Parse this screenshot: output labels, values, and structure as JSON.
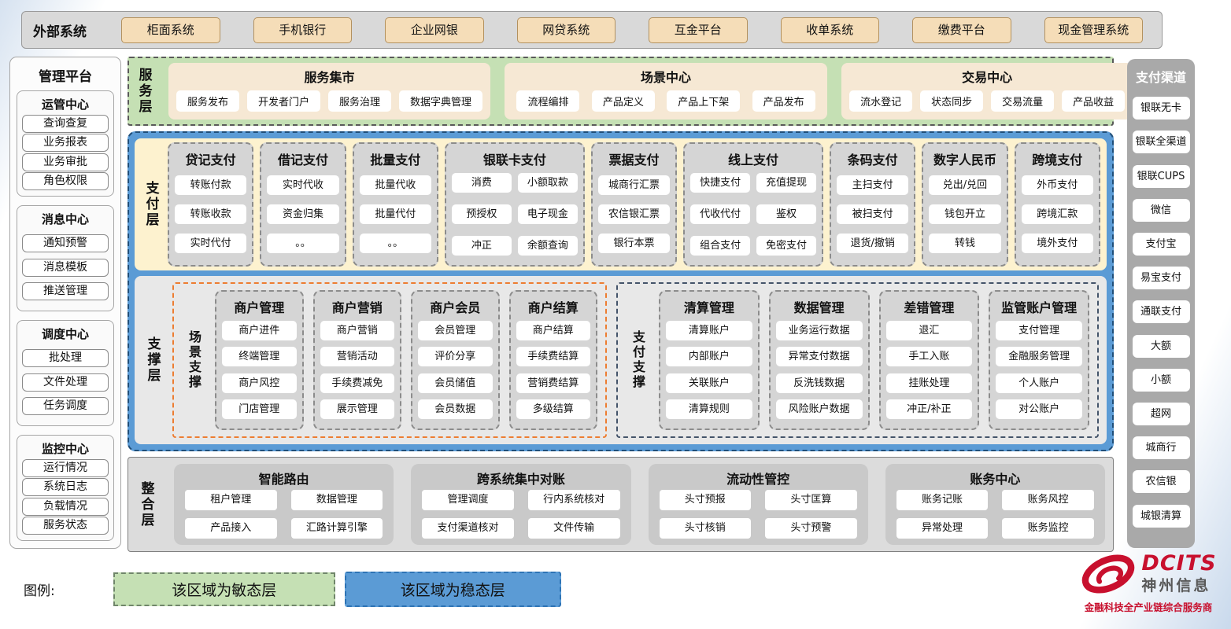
{
  "external_systems": {
    "title": "外部系统",
    "items": [
      "柜面系统",
      "手机银行",
      "企业网银",
      "网贷系统",
      "互金平台",
      "收单系统",
      "缴费平台",
      "现金管理系统"
    ]
  },
  "management_platform": {
    "title": "管理平台",
    "sections": [
      {
        "title": "运管中心",
        "items": [
          "查询查复",
          "业务报表",
          "业务审批",
          "角色权限"
        ]
      },
      {
        "title": "消息中心",
        "items": [
          "通知预警",
          "消息模板",
          "推送管理"
        ]
      },
      {
        "title": "调度中心",
        "items": [
          "批处理",
          "文件处理",
          "任务调度"
        ]
      },
      {
        "title": "监控中心",
        "items": [
          "运行情况",
          "系统日志",
          "负载情况",
          "服务状态"
        ]
      }
    ]
  },
  "service_layer": {
    "label": "服务层",
    "groups": [
      {
        "title": "服务集市",
        "items": [
          "服务发布",
          "开发者门户",
          "服务治理",
          "数据字典管理"
        ]
      },
      {
        "title": "场景中心",
        "items": [
          "流程编排",
          "产品定义",
          "产品上下架",
          "产品发布"
        ]
      },
      {
        "title": "交易中心",
        "items": [
          "流水登记",
          "状态同步",
          "交易流量",
          "产品收益"
        ]
      }
    ]
  },
  "payment_layer": {
    "label": "支付层",
    "groups": [
      {
        "title": "贷记支付",
        "items": [
          "转账付款",
          "转账收款",
          "实时代付"
        ]
      },
      {
        "title": "借记支付",
        "items": [
          "实时代收",
          "资金归集",
          "。。"
        ]
      },
      {
        "title": "批量支付",
        "items": [
          "批量代收",
          "批量代付",
          "。。"
        ]
      },
      {
        "title": "银联卡支付",
        "items": [
          "消费",
          "小额取款",
          "预授权",
          "电子现金",
          "冲正",
          "余额查询"
        ]
      },
      {
        "title": "票据支付",
        "items": [
          "城商行汇票",
          "农信银汇票",
          "银行本票"
        ]
      },
      {
        "title": "线上支付",
        "items": [
          "快捷支付",
          "充值提现",
          "代收代付",
          "鉴权",
          "组合支付",
          "免密支付"
        ]
      },
      {
        "title": "条码支付",
        "items": [
          "主扫支付",
          "被扫支付",
          "退货/撤销"
        ]
      },
      {
        "title": "数字人民币",
        "items": [
          "兑出/兑回",
          "钱包开立",
          "转钱"
        ]
      },
      {
        "title": "跨境支付",
        "items": [
          "外币支付",
          "跨境汇款",
          "境外支付"
        ]
      }
    ]
  },
  "support_layer": {
    "label": "支撑层",
    "scene_support": {
      "label": "场景支撑",
      "groups": [
        {
          "title": "商户管理",
          "items": [
            "商户进件",
            "终端管理",
            "商户风控",
            "门店管理"
          ]
        },
        {
          "title": "商户营销",
          "items": [
            "商户营销",
            "营销活动",
            "手续费减免",
            "展示管理"
          ]
        },
        {
          "title": "商户会员",
          "items": [
            "会员管理",
            "评价分享",
            "会员储值",
            "会员数据"
          ]
        },
        {
          "title": "商户结算",
          "items": [
            "商户结算",
            "手续费结算",
            "营销费结算",
            "多级结算"
          ]
        }
      ]
    },
    "payment_support": {
      "label": "支付支撑",
      "groups": [
        {
          "title": "清算管理",
          "items": [
            "清算账户",
            "内部账户",
            "关联账户",
            "清算规则"
          ]
        },
        {
          "title": "数据管理",
          "items": [
            "业务运行数据",
            "异常支付数据",
            "反洗钱数据",
            "风险账户数据"
          ]
        },
        {
          "title": "差错管理",
          "items": [
            "退汇",
            "手工入账",
            "挂账处理",
            "冲正/补正"
          ]
        },
        {
          "title": "监管账户管理",
          "items": [
            "支付管理",
            "金融服务管理",
            "个人账户",
            "对公账户"
          ]
        }
      ]
    }
  },
  "integration_layer": {
    "label": "整合层",
    "groups": [
      {
        "title": "智能路由",
        "items": [
          "租户管理",
          "数据管理",
          "产品接入",
          "汇路计算引擎"
        ]
      },
      {
        "title": "跨系统集中对账",
        "items": [
          "管理调度",
          "行内系统核对",
          "支付渠道核对",
          "文件传输"
        ]
      },
      {
        "title": "流动性管控",
        "items": [
          "头寸预报",
          "头寸匡算",
          "头寸核销",
          "头寸预警"
        ]
      },
      {
        "title": "账务中心",
        "items": [
          "账务记账",
          "账务风控",
          "异常处理",
          "账务监控"
        ]
      }
    ]
  },
  "payment_channels": {
    "title": "支付渠道",
    "items": [
      "银联无卡",
      "银联全渠道",
      "银联CUPS",
      "微信",
      "支付宝",
      "易宝支付",
      "通联支付",
      "大额",
      "小额",
      "超网",
      "城商行",
      "农信银",
      "城银清算"
    ]
  },
  "legend": {
    "label": "图例:",
    "agile": "该区域为敏态层",
    "stable": "该区域为稳态层"
  },
  "logo": {
    "brand": "DCITS",
    "name": "神州信息",
    "tagline": "金融科技全产业链综合服务商"
  },
  "colors": {
    "agile_green": "#c5e0b4",
    "stable_blue": "#5b9bd5",
    "payment_cream": "#fdf2cf",
    "tan_button": "#f5ddb8",
    "scene_orange_border": "#ed7d31",
    "payment_support_border": "#44546a",
    "brand_red": "#c8102e"
  }
}
